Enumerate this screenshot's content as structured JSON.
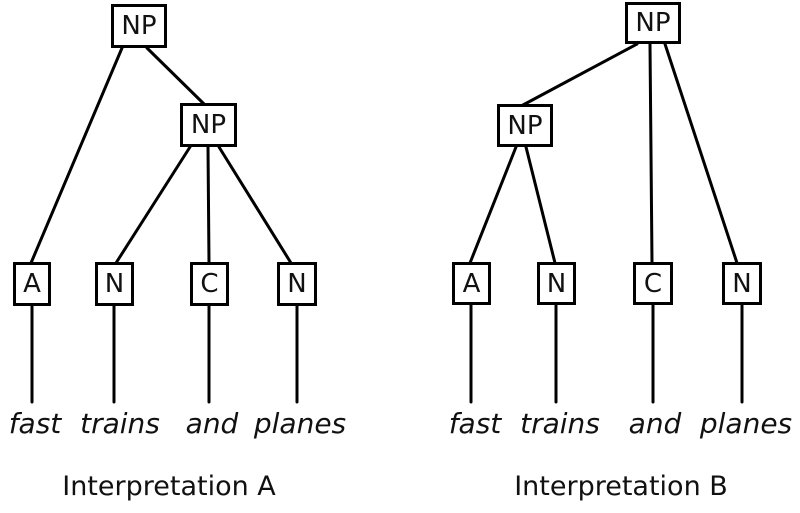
{
  "colors": {
    "background": "#ffffff",
    "line": "#000000",
    "text": "#111111"
  },
  "diagram": {
    "trees": [
      {
        "caption": "Interpretation A",
        "root_label": "NP",
        "inner_label": "NP",
        "leaves": [
          {
            "tag": "A",
            "word": "fast"
          },
          {
            "tag": "N",
            "word": "trains"
          },
          {
            "tag": "C",
            "word": "and"
          },
          {
            "tag": "N",
            "word": "planes"
          }
        ]
      },
      {
        "caption": "Interpretation B",
        "root_label": "NP",
        "inner_label": "NP",
        "leaves": [
          {
            "tag": "A",
            "word": "fast"
          },
          {
            "tag": "N",
            "word": "trains"
          },
          {
            "tag": "C",
            "word": "and"
          },
          {
            "tag": "N",
            "word": "planes"
          }
        ]
      }
    ]
  }
}
